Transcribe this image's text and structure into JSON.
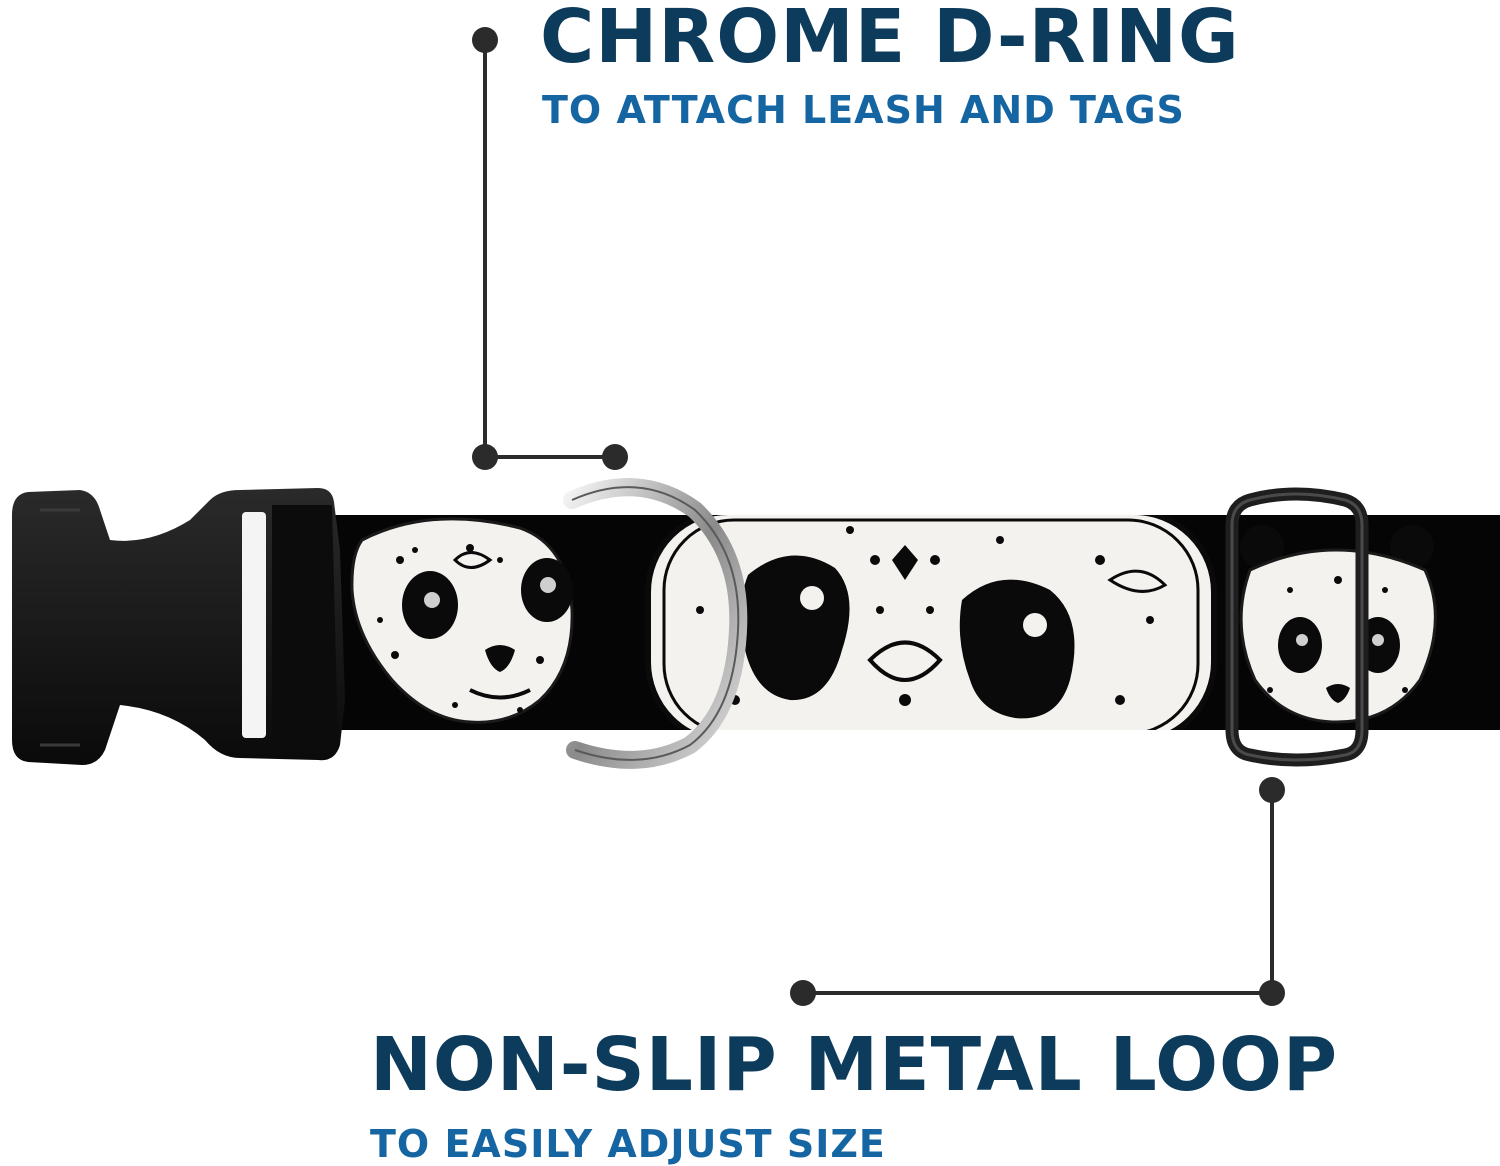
{
  "callouts": {
    "top": {
      "title": "CHROME D-RING",
      "subtitle": "TO ATTACH LEASH AND TAGS"
    },
    "bottom": {
      "title": "NON-SLIP METAL LOOP",
      "subtitle": "TO EASILY ADJUST SIZE"
    }
  },
  "colors": {
    "title": "#0d3b5c",
    "subtitle": "#1565a3",
    "leader_line": "#2b2b2b",
    "strap": "#050505",
    "print": "#f4f2ee"
  },
  "icons": {
    "buckle": "side-release-buckle",
    "ring": "d-ring",
    "slider": "adjust-slider-loop"
  }
}
